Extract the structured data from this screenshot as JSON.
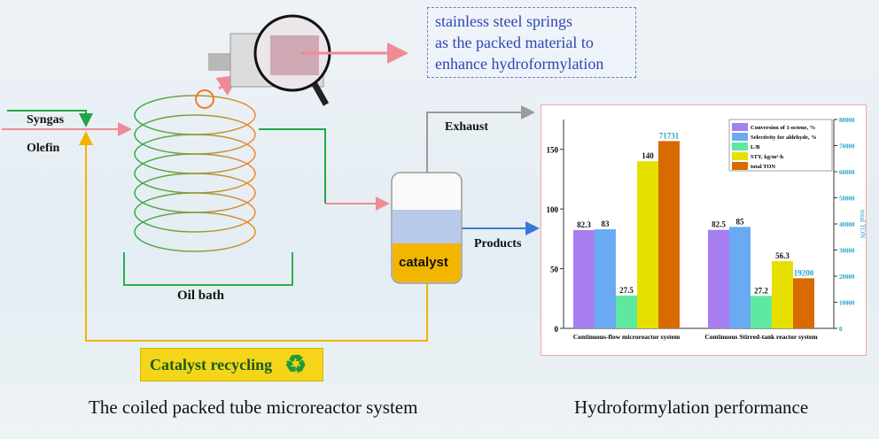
{
  "labels": {
    "syngas": "Syngas",
    "olefin": "Olefin",
    "exhaust": "Exhaust",
    "products": "Products",
    "catalyst": "catalyst",
    "oil_bath": "Oil bath",
    "catalyst_recycling": "Catalyst recycling",
    "note_lines": [
      "stainless steel springs",
      "as the packed material to",
      "enhance hydroformylation"
    ]
  },
  "captions": {
    "left": "The coiled packed tube microreactor system",
    "right": "Hydroformylation performance"
  },
  "colors": {
    "syngas": "#1fa64a",
    "olefin": "#f08a95",
    "recycle": "#f0b400",
    "gray": "#9a9a9a",
    "catalyst": "#f2b600",
    "liquid": "#b9c9ec"
  },
  "icons": [
    "magnifier-icon",
    "recycle-icon"
  ],
  "chart_data": {
    "type": "bar",
    "categories": [
      "Continuous-flow microreactor system",
      "Continuous Stirred-tank reactor system"
    ],
    "series": [
      {
        "name": "Conversion of 1-octene, %",
        "values": [
          82.3,
          82.5
        ],
        "axis": "left",
        "color": "#a77ef0"
      },
      {
        "name": "Selectivity for aldehyde, %",
        "values": [
          83,
          85
        ],
        "axis": "left",
        "color": "#6aaaf2"
      },
      {
        "name": "L/B",
        "values": [
          27.5,
          27.2
        ],
        "axis": "left",
        "color": "#5fe8a0"
      },
      {
        "name": "STY, kg/m³·h",
        "values": [
          140,
          56.3
        ],
        "axis": "left",
        "color": "#e6e000"
      },
      {
        "name": "total TON",
        "values": [
          71731,
          19200
        ],
        "axis": "right",
        "color": "#d86a00"
      }
    ],
    "data_labels": [
      [
        "82.3",
        "83",
        "27.5",
        "140",
        "71731"
      ],
      [
        "82.5",
        "85",
        "27.2",
        "56.3",
        "19200"
      ]
    ],
    "ylim": [
      0,
      175
    ],
    "yticks": [
      "0",
      "50",
      "100",
      "150"
    ],
    "y2lim": [
      0,
      80000
    ],
    "y2ticks": [
      "0",
      "10000",
      "20000",
      "30000",
      "40000",
      "50000",
      "60000",
      "70000",
      "80000"
    ],
    "y2label": "total TON",
    "legend": "top-right",
    "grid": false
  }
}
